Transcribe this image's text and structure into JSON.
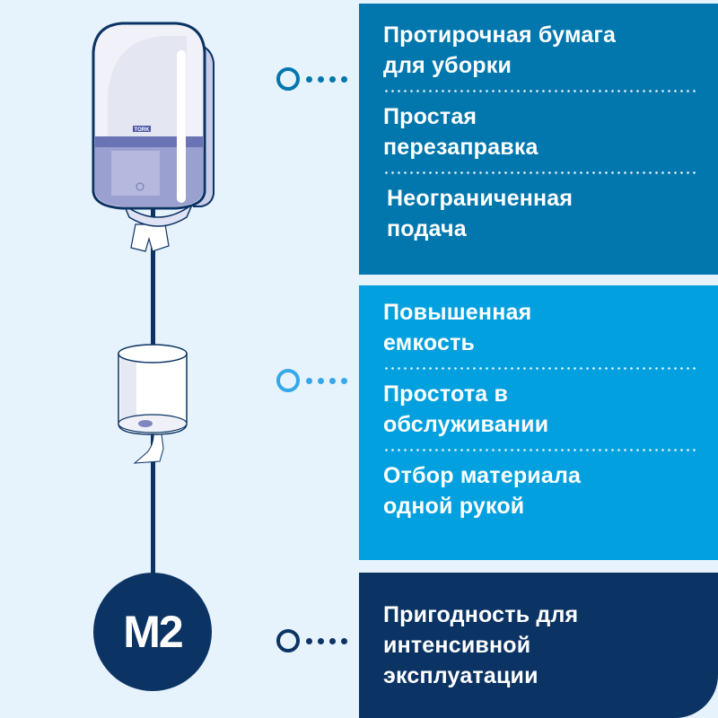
{
  "colors": {
    "background": "#e6f2fc",
    "panel_top": "#0277ad",
    "panel_middle": "#02a0df",
    "panel_bottom": "#0b3364",
    "ring_top": "#0277ad",
    "ring_middle": "#35a8ea",
    "ring_bottom": "#0b3364",
    "spine": "#0b3364"
  },
  "illustrations": {
    "dispenser": {
      "brand_label": "TORK"
    },
    "refill_roll": {}
  },
  "badge": {
    "label": "M2"
  },
  "panels": [
    {
      "id": "top",
      "features": [
        {
          "line1": "Протирочная бумага",
          "line2": "для уборки"
        },
        {
          "line1": "Простая",
          "line2": "перезаправка"
        },
        {
          "line1": "Неограниченная",
          "line2": "подача"
        }
      ]
    },
    {
      "id": "middle",
      "features": [
        {
          "line1": "Повышенная",
          "line2": "емкость"
        },
        {
          "line1": "Простота в",
          "line2": "обслуживании"
        },
        {
          "line1": "Отбор материала",
          "line2": "одной рукой"
        }
      ]
    },
    {
      "id": "bottom",
      "features": [
        {
          "line1": "Пригодность для",
          "line2": "интенсивной",
          "line3": "эксплуатации"
        }
      ]
    }
  ]
}
